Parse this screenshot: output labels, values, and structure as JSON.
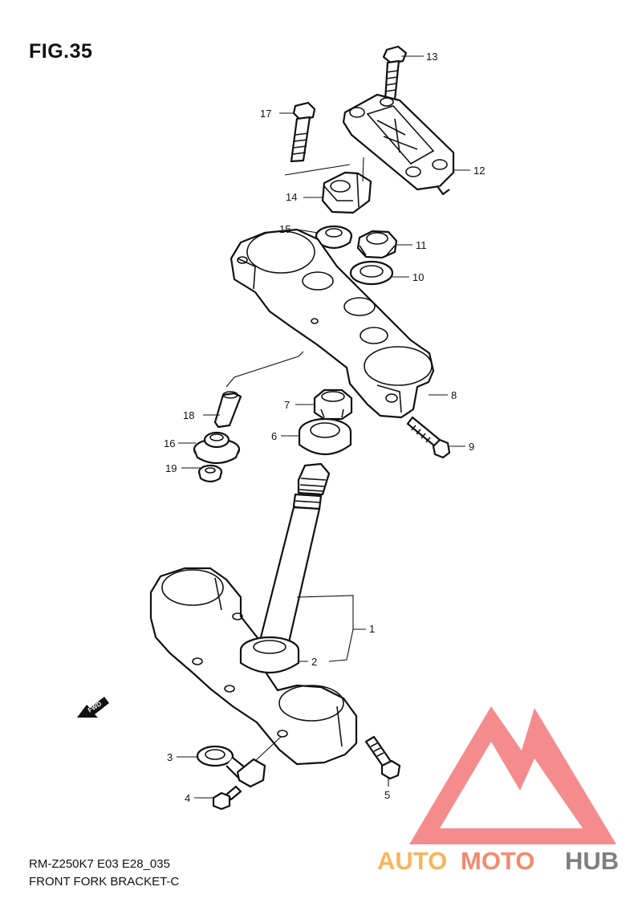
{
  "figure": {
    "title": "FIG.35",
    "model_code": "RM-Z250K7 E03 E28_035",
    "section_name": "FRONT FORK BRACKET-C",
    "direction_marker": "FWD"
  },
  "callouts": [
    {
      "label": "1",
      "part": "steering stem lower bracket"
    },
    {
      "label": "2",
      "part": "stem bearing"
    },
    {
      "label": "3",
      "part": "hose guide"
    },
    {
      "label": "4",
      "part": "bolt"
    },
    {
      "label": "5",
      "part": "bolt"
    },
    {
      "label": "6",
      "part": "bearing"
    },
    {
      "label": "7",
      "part": "stem nut"
    },
    {
      "label": "8",
      "part": "upper bracket"
    },
    {
      "label": "9",
      "part": "bolt"
    },
    {
      "label": "10",
      "part": "washer"
    },
    {
      "label": "11",
      "part": "stem head nut"
    },
    {
      "label": "12",
      "part": "handlebar holder upper"
    },
    {
      "label": "13",
      "part": "bolt"
    },
    {
      "label": "14",
      "part": "handlebar holder lower"
    },
    {
      "label": "15",
      "part": "cushion"
    },
    {
      "label": "16",
      "part": "cushion"
    },
    {
      "label": "17",
      "part": "bolt"
    },
    {
      "label": "18",
      "part": "collar"
    },
    {
      "label": "19",
      "part": "washer"
    }
  ],
  "watermark": {
    "brand_part1": "AUTO",
    "brand_part2": "MOTO",
    "brand_part3": "HUB",
    "colors": {
      "triangle": "#f2787a",
      "auto": "#f7b55a",
      "moto": "#f28a6e",
      "hub": "#7f7f7f"
    }
  }
}
